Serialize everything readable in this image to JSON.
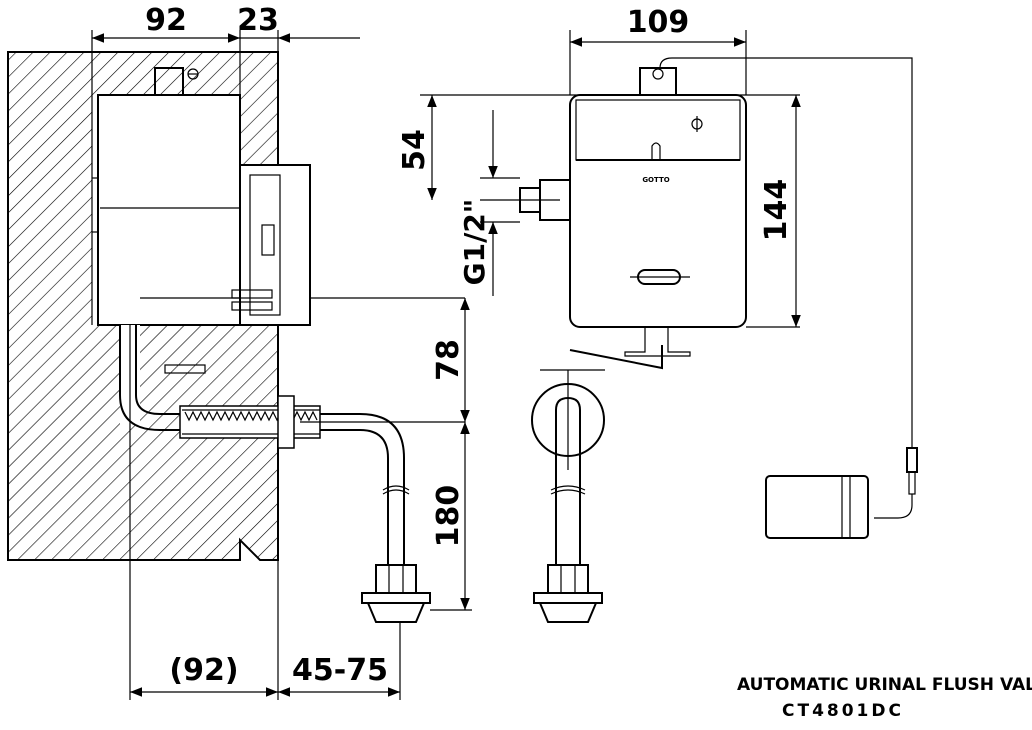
{
  "dimensions": {
    "box_depth": "92",
    "wall_cover": "23",
    "box_width": "109",
    "inlet_offset": "54",
    "inlet_thread": "G1/2\"",
    "box_height": "144",
    "outlet_drop": "78",
    "pipe_length": "180",
    "wall_depth": "(92)",
    "outlet_projection": "45-75"
  },
  "brand_mark": "GOTTO",
  "caption": {
    "title": "AUTOMATIC URINAL FLUSH VALVI",
    "model": "CT4801DC"
  }
}
